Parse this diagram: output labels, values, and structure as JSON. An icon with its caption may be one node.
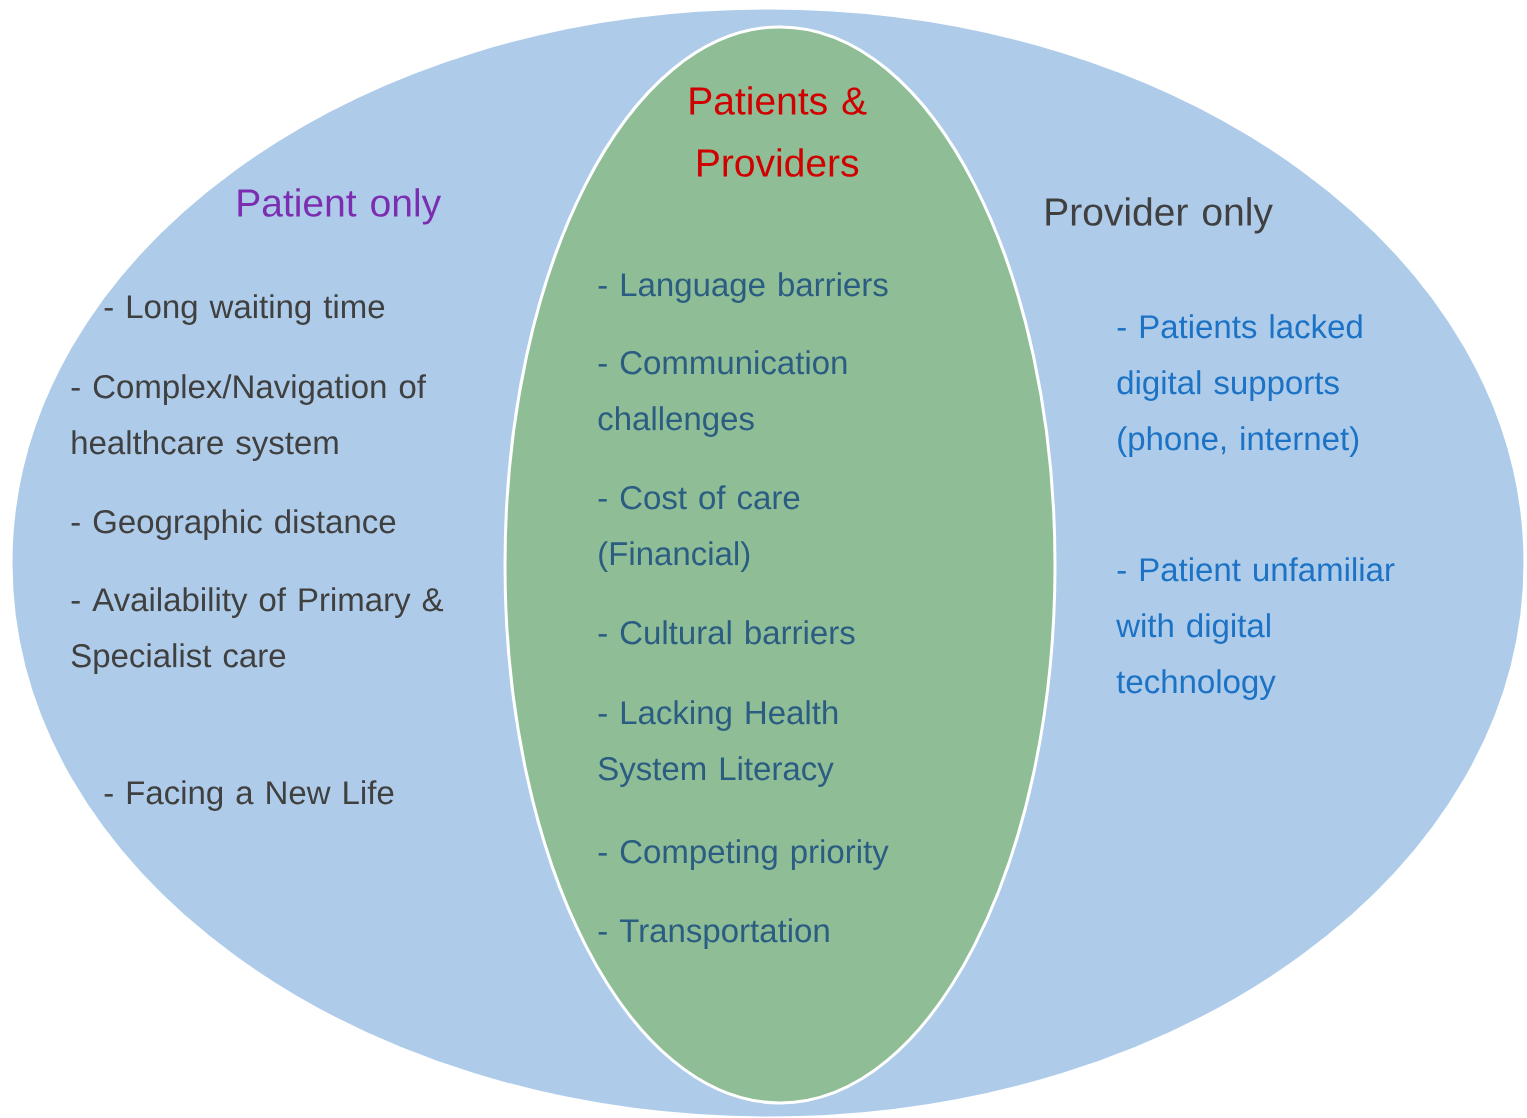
{
  "diagram": {
    "nodes": [
      {
        "text": [
          "Patient only",
          "- Long waiting time",
          "- Complex/Navigation of healthcare system",
          "- Geographic distance",
          "- Availability of Primary & Specialist care",
          "- Facing a New Life",
          "Provider only",
          "- Patients lacked digital supports (phone, internet)",
          "- Patient unfamiliar with digital technology"
        ]
      },
      {
        "text": [
          "Patients & Providers",
          "- Language barriers",
          "- Communication challenges",
          "- Cost of care (Financial)",
          "- Cultural barriers",
          "- Lacking Health System Literacy",
          "- Competing priority",
          "- Transportation"
        ],
        "in": 0
      }
    ]
  }
}
